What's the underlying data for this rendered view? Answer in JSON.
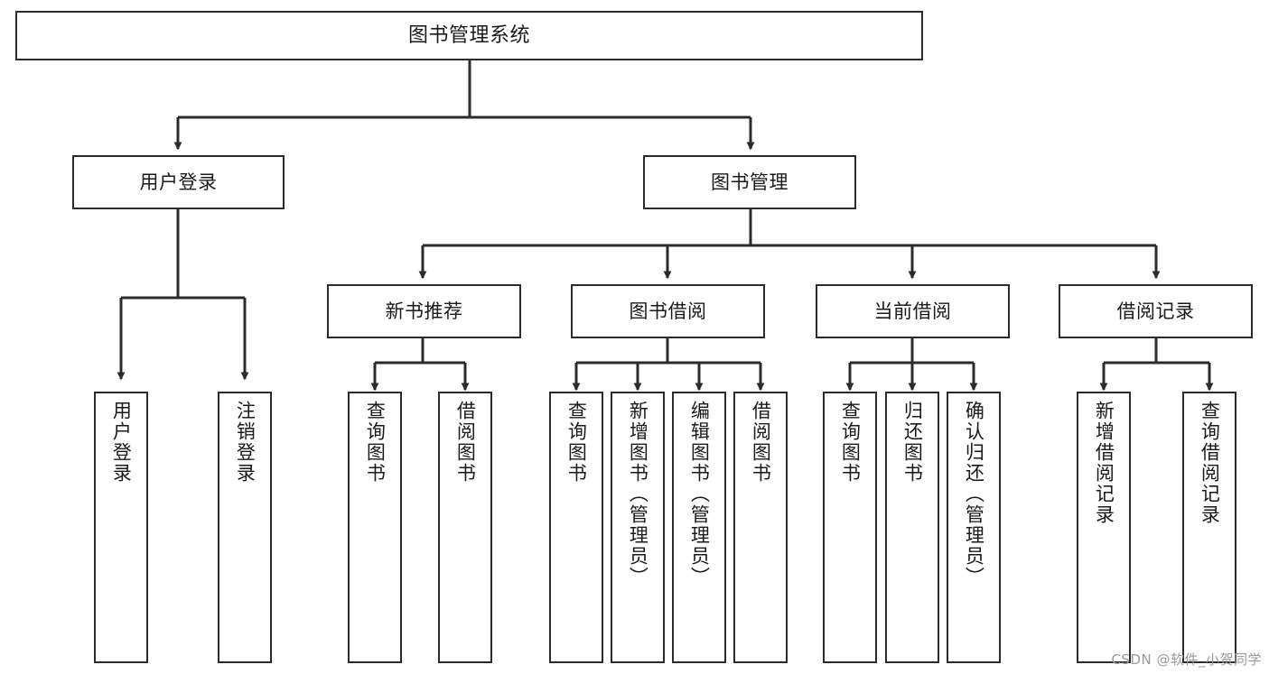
{
  "title": "图书管理系统",
  "diagram": {
    "type": "tree",
    "orientation": "top-down",
    "root": {
      "id": "root",
      "label": "图书管理系统"
    },
    "level2": [
      {
        "id": "user-login",
        "label": "用户登录"
      },
      {
        "id": "book-management",
        "label": "图书管理"
      }
    ],
    "level3": [
      {
        "id": "new-book-recommend",
        "label": "新书推荐",
        "parent": "book-management"
      },
      {
        "id": "book-borrow",
        "label": "图书借阅",
        "parent": "book-management"
      },
      {
        "id": "current-borrow",
        "label": "当前借阅",
        "parent": "book-management"
      },
      {
        "id": "borrow-record",
        "label": "借阅记录",
        "parent": "book-management"
      }
    ],
    "leaves": {
      "user-login": [
        {
          "id": "leaf-user-login",
          "label": "用户登录"
        },
        {
          "id": "leaf-logout",
          "label": "注销登录"
        }
      ],
      "new-book-recommend": [
        {
          "id": "leaf-query-book-1",
          "label": "查询图书"
        },
        {
          "id": "leaf-borrow-book-1",
          "label": "借阅图书"
        }
      ],
      "book-borrow": [
        {
          "id": "leaf-query-book-2",
          "label": "查询图书"
        },
        {
          "id": "leaf-add-book",
          "label": "新增图书（管理员）"
        },
        {
          "id": "leaf-edit-book",
          "label": "编辑图书（管理员）"
        },
        {
          "id": "leaf-borrow-book-2",
          "label": "借阅图书"
        }
      ],
      "current-borrow": [
        {
          "id": "leaf-query-book-3",
          "label": "查询图书"
        },
        {
          "id": "leaf-return-book",
          "label": "归还图书"
        },
        {
          "id": "leaf-confirm-return",
          "label": "确认归还（管理员）"
        }
      ],
      "borrow-record": [
        {
          "id": "leaf-add-record",
          "label": "新增借阅记录"
        },
        {
          "id": "leaf-query-record",
          "label": "查询借阅记录"
        }
      ]
    }
  },
  "watermark": "CSDN @软件_小贺同学",
  "colors": {
    "stroke": "#2b2b2b",
    "background": "#ffffff",
    "text": "#1a1a1a",
    "watermark": "#9a9a9a"
  }
}
